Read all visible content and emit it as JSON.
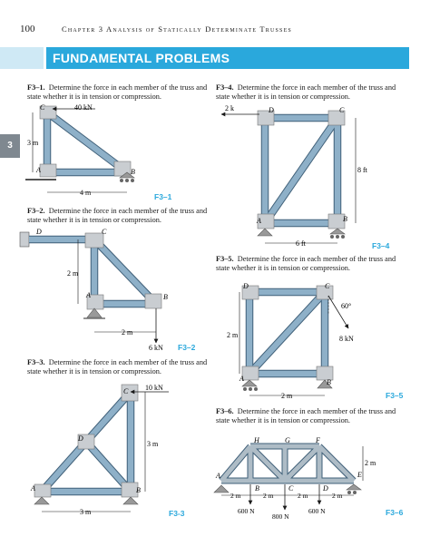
{
  "header": {
    "page_number": "100",
    "running_head": "Chapter 3   Analysis of Statically Determinate Trusses"
  },
  "section": {
    "title": "FUNDAMENTAL PROBLEMS",
    "tab": "3"
  },
  "problems": [
    {
      "id": "F3–1.",
      "text": "Determine the force in each member of the truss and state whether it is in tension or compression.",
      "figure": "F3–1",
      "labels": {
        "C": "C",
        "A": "A",
        "B": "B",
        "load": "40 kN",
        "height": "3 m",
        "width": "4 m"
      }
    },
    {
      "id": "F3–2.",
      "text": "Determine the force in each member of the truss and state whether it is in tension or compression.",
      "figure": "F3–2",
      "labels": {
        "D": "D",
        "C": "C",
        "A": "A",
        "B": "B",
        "height": "2 m",
        "width": "2 m",
        "load": "6 kN"
      }
    },
    {
      "id": "F3–3.",
      "text": "Determine the force in each member of the truss and state whether it is in tension or compression.",
      "figure": "F3-3",
      "labels": {
        "C": "C",
        "D": "D",
        "A": "A",
        "B": "B",
        "load": "10 kN",
        "height": "3 m",
        "width": "3 m"
      }
    },
    {
      "id": "F3–4.",
      "text": "Determine the force in each member of the truss and state whether it is in tension or compression.",
      "figure": "F3–4",
      "labels": {
        "D": "D",
        "C": "C",
        "A": "A",
        "B": "B",
        "load": "2 k",
        "height": "8 ft",
        "width": "6 ft"
      }
    },
    {
      "id": "F3–5.",
      "text": "Determine the force in each member of the truss and state whether it is in tension or compression.",
      "figure": "F3–5",
      "labels": {
        "D": "D",
        "C": "C",
        "A": "A",
        "B": "B",
        "angle": "60°",
        "load": "8 kN",
        "height": "2 m",
        "width": "2 m"
      }
    },
    {
      "id": "F3–6.",
      "text": "Determine the force in each member of the truss and state whether it is in tension or compression.",
      "figure": "F3–6",
      "labels": {
        "H": "H",
        "G": "G",
        "F": "F",
        "A": "A",
        "B": "B",
        "C": "C",
        "D": "D",
        "E": "E",
        "s1": "2 m",
        "s2": "2 m",
        "s3": "2 m",
        "s4": "2 m",
        "height": "2 m",
        "load1": "600 N",
        "load2": "800 N",
        "load3": "600 N"
      }
    }
  ],
  "colors": {
    "accent": "#2aa8dc",
    "member": "#7fa3bd",
    "member_edge": "#3f5f78",
    "plate": "#c9cdd1"
  }
}
